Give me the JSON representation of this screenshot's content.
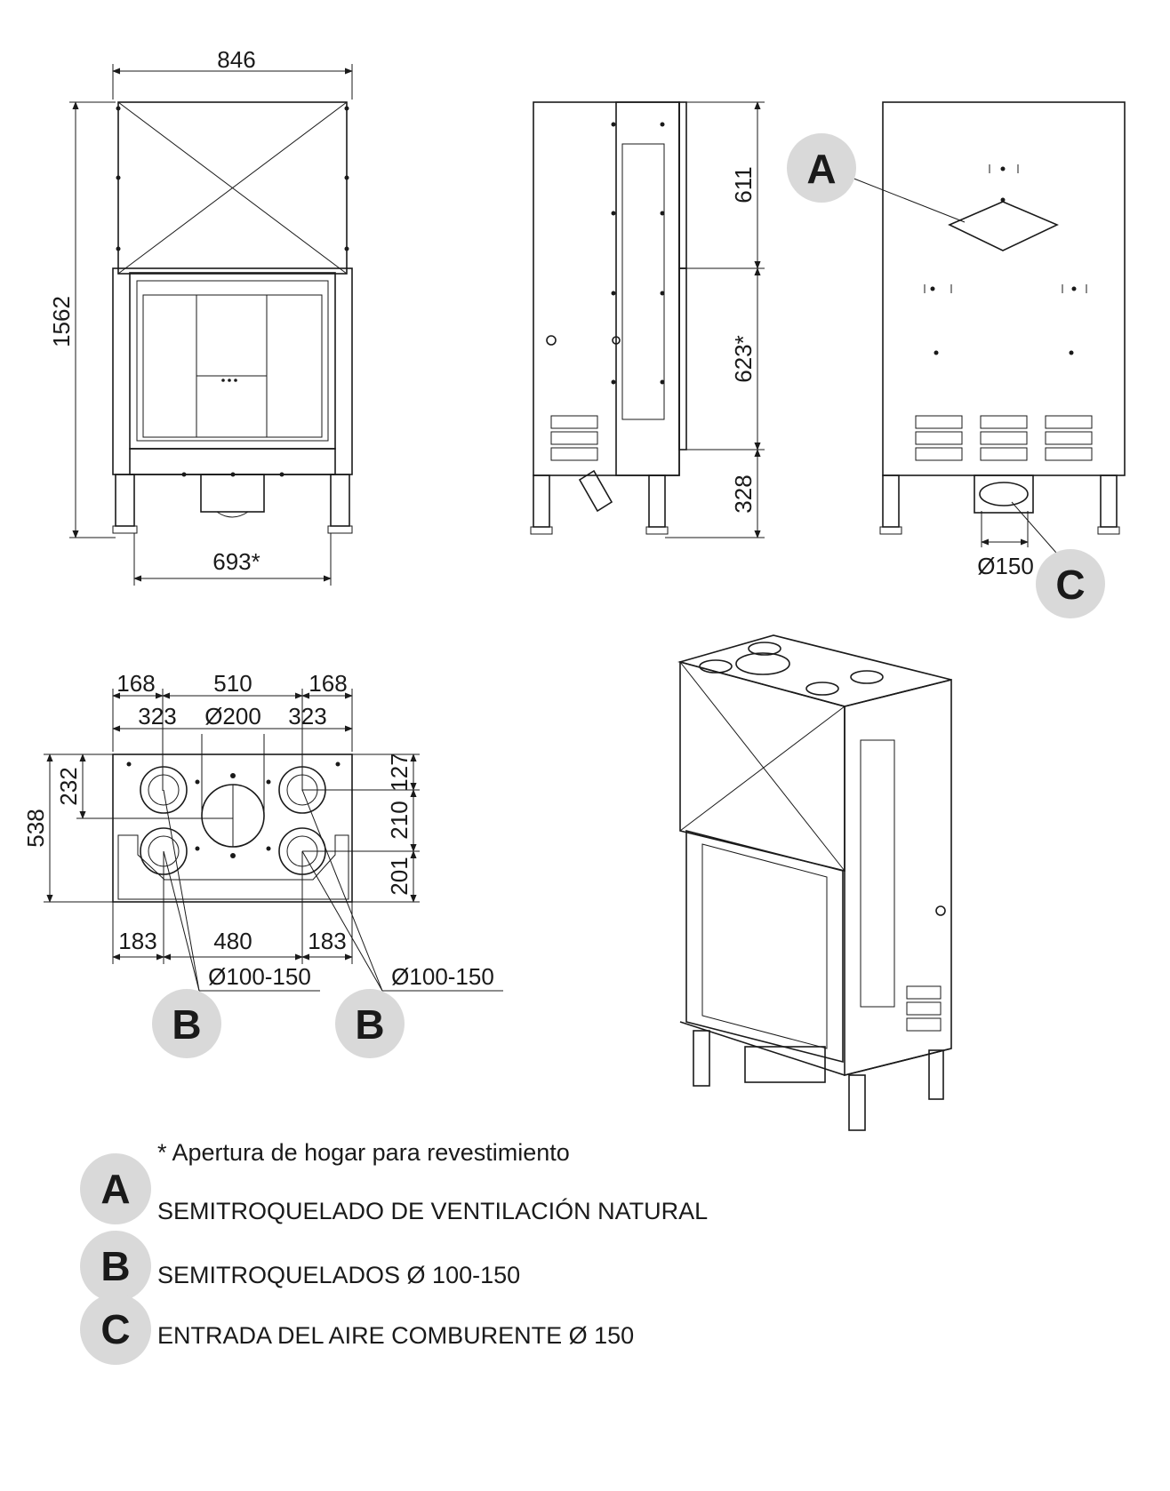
{
  "dimensions": {
    "front_width": "846",
    "front_height": "1562",
    "front_opening": "693*",
    "side_top": "611",
    "side_middle": "623*",
    "side_bottom": "328",
    "rear_inlet": "Ø150",
    "plan_left_edge": "168",
    "plan_center": "510",
    "plan_right_edge": "168",
    "plan_left_bore": "323",
    "plan_flue": "Ø200",
    "plan_right_bore": "323",
    "plan_depth": "538",
    "plan_depth_front": "232",
    "plan_right_top": "127",
    "plan_right_mid": "210",
    "plan_right_bottom": "201",
    "plan_bottom_left": "183",
    "plan_bottom_center": "480",
    "plan_bottom_right": "183",
    "plan_outlet_left": "Ø100-150",
    "plan_outlet_right": "Ø100-150"
  },
  "badges": {
    "a": "A",
    "b": "B",
    "c": "C"
  },
  "legend": {
    "note": "* Apertura de hogar para revestimiento",
    "items": [
      {
        "key": "A",
        "label": "SEMITROQUELADO DE VENTILACIÓN NATURAL"
      },
      {
        "key": "B",
        "label": "SEMITROQUELADOS Ø 100-150"
      },
      {
        "key": "C",
        "label": "ENTRADA DEL AIRE COMBURENTE  Ø 150"
      }
    ]
  },
  "colors": {
    "line": "#1a1a1a",
    "badge_fill": "#d9d9d9"
  }
}
